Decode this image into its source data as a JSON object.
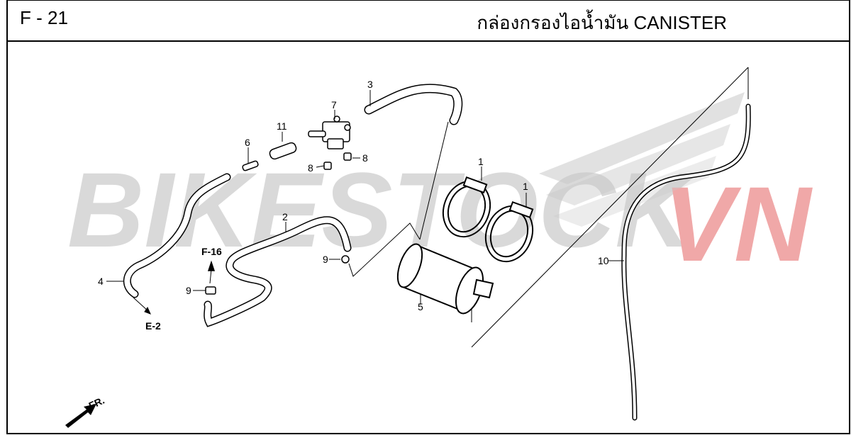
{
  "header": {
    "figure_number": "F - 21",
    "title": "กล่องกรองไอน้ำมัน  CANISTER"
  },
  "watermark": {
    "text_gray": "BIKESTOCK",
    "text_red": "VN",
    "color_gray": "#d9d9d9",
    "color_red": "#f0a8a8"
  },
  "callouts": [
    "1",
    "1",
    "2",
    "3",
    "4",
    "5",
    "6",
    "7",
    "8",
    "8",
    "9",
    "9",
    "10",
    "11"
  ],
  "references": {
    "f16": "F-16",
    "e2": "E-2",
    "front": "FR."
  },
  "colors": {
    "line": "#000000",
    "frame": "#000000"
  }
}
